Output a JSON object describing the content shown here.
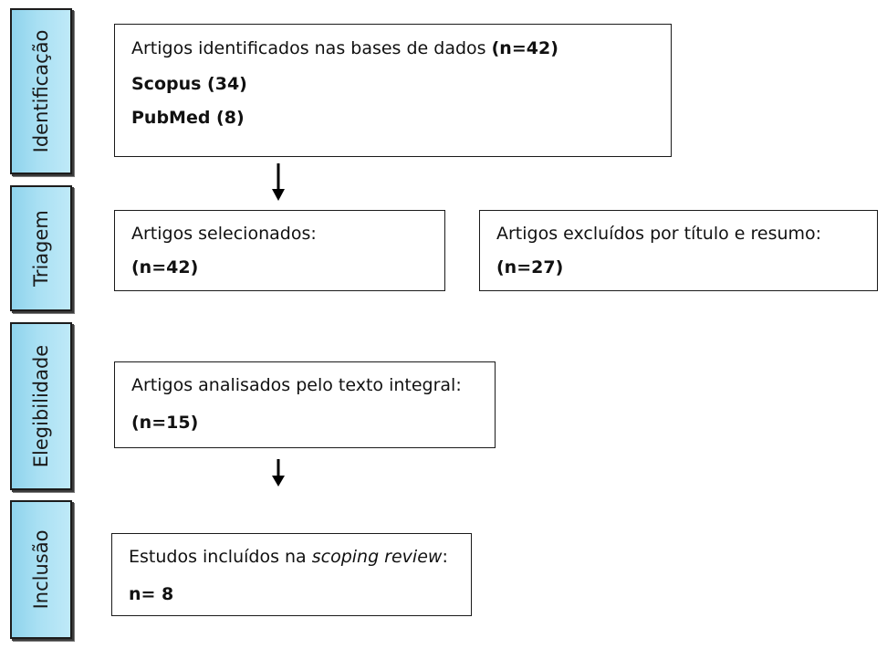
{
  "stages": {
    "identification": "Identificação",
    "screening": "Triagem",
    "eligibility": "Elegibilidade",
    "inclusion": "Inclusão"
  },
  "identified": {
    "text": "Artigos identificados nas bases de dados ",
    "count": "(n=42)",
    "source1": "Scopus (34)",
    "source2": "PubMed (8)"
  },
  "selected": {
    "text": "Artigos selecionados:",
    "count": "(n=42)"
  },
  "excluded": {
    "text": "Artigos excluídos por título e resumo:",
    "count": "(n=27)"
  },
  "fulltext": {
    "text": "Artigos analisados pelo texto integral:",
    "count": "(n=15)"
  },
  "included": {
    "text": "Estudos incluídos na ",
    "text_italic": "scoping review",
    "text_end": ":",
    "count": "n= 8"
  }
}
